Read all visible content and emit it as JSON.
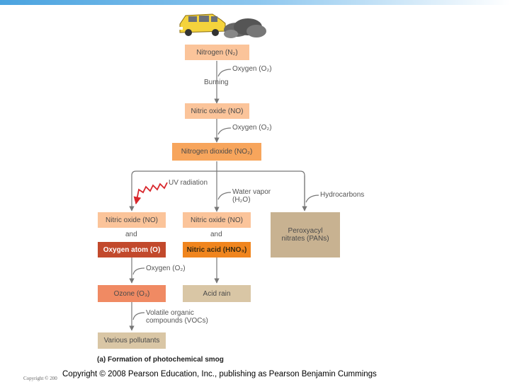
{
  "colors": {
    "light_orange": "#fbc49a",
    "mid_orange": "#f7a55c",
    "salmon": "#f08a63",
    "red_brown": "#c2492c",
    "strong_orange": "#f0851e",
    "tan": "#d9c6a5",
    "tan_dark": "#c8b291",
    "arrow": "#777777",
    "uv": "#d8262b"
  },
  "icons": {
    "car": "car-icon",
    "smoke": "smoke-cloud-icon",
    "uv": "uv-radiation-icon"
  },
  "nodes": {
    "nitrogen": "Nitrogen (N₂)",
    "nitric_oxide_top": "Nitric oxide (NO)",
    "nitrogen_dioxide": "Nitrogen dioxide (NO₂)",
    "nitric_oxide_left": "Nitric oxide (NO)",
    "nitric_oxide_mid": "Nitric oxide (NO)",
    "oxygen_atom": "Oxygen atom (O)",
    "nitric_acid": "Nitric acid (HNO₃)",
    "pans": "Peroxyacyl nitrates (PANs)",
    "ozone": "Ozone (O₃)",
    "acid_rain": "Acid rain",
    "various_pollutants": "Various pollutants"
  },
  "labels": {
    "oxygen_1": "Oxygen (O₂)",
    "burning": "Burning",
    "oxygen_2": "Oxygen (O₂)",
    "uv_radiation": "UV radiation",
    "water_vapor": "Water vapor (H₂O)",
    "hydrocarbons": "Hydrocarbons",
    "and_left": "and",
    "and_mid": "and",
    "oxygen_3": "Oxygen (O₂)",
    "vocs": "Volatile organic compounds (VOCs)"
  },
  "caption": "(a) Formation of photochemical smog",
  "copyright_small": "Copyright © 200",
  "copyright_main": "Copyright © 2008 Pearson Education, Inc., publishing as Pearson Benjamin Cummings"
}
